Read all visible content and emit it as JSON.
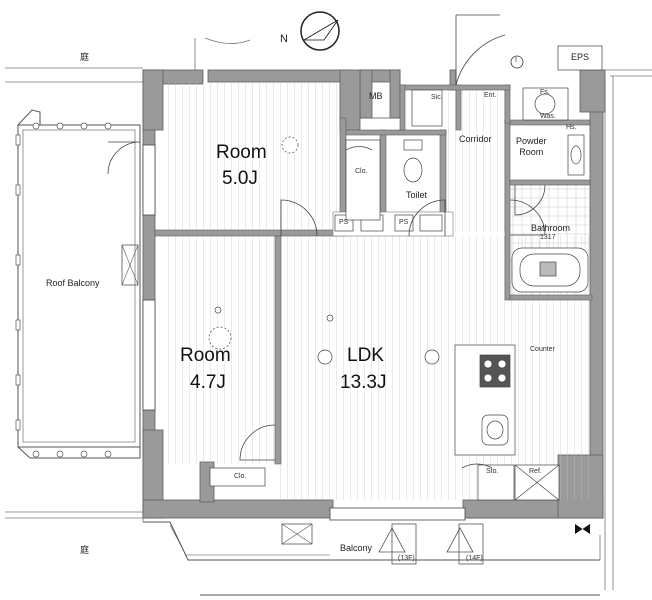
{
  "labels": {
    "garden_top": "庭",
    "garden_bottom": "庭",
    "eps": "EPS",
    "mb": "MB",
    "sic": "Sic.",
    "ent": "Ent.",
    "fs": "Fs.",
    "was": "Was.",
    "hs": "Hs.",
    "corridor": "Corridor",
    "powder_room": "Powder\nRoom",
    "bathroom": "Bathroom",
    "bath_size": "1317",
    "toilet": "Toilet",
    "clo": "Clo.",
    "ps": "PS",
    "roof_balcony": "Roof Balcony",
    "balcony": "Balcony",
    "counter": "Counter",
    "sto": "Sto.",
    "ref": "Ref.",
    "room1_name": "Room",
    "room1_size": "5.0J",
    "room2_name": "Room",
    "room2_size": "4.7J",
    "ldk_name": "LDK",
    "ldk_size": "13.3J",
    "ac_top": "(13F)",
    "ac_right": "(14F)",
    "compass_n": "N",
    "entrance_marker": "I"
  },
  "colors": {
    "wall": "#9a9a9a",
    "wall_dark": "#6f6f6f",
    "line": "#555555",
    "floor_line": "#bdbdbd",
    "text": "#111111"
  }
}
